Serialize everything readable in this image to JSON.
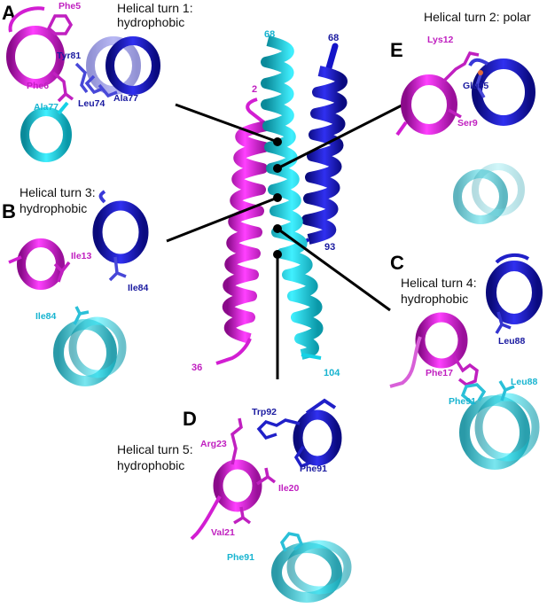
{
  "panels": {
    "A": {
      "letter": "A",
      "turn_line1": "Helical turn 1:",
      "turn_line2": "hydrophobic",
      "residues": [
        "Phe5",
        "Tyr81",
        "Phe6",
        "Leu74",
        "Ala77",
        "Ala77"
      ]
    },
    "B": {
      "letter": "B",
      "turn_line1": "Helical turn 3:",
      "turn_line2": "hydrophobic",
      "residues": [
        "Ile13",
        "Ile84",
        "Ile84"
      ]
    },
    "C": {
      "letter": "C",
      "turn_line1": "Helical turn 4:",
      "turn_line2": "hydrophobic",
      "residues": [
        "Leu88",
        "Phe17",
        "Leu88",
        "Phe91"
      ]
    },
    "D": {
      "letter": "D",
      "turn_line1": "Helical turn 5:",
      "turn_line2": "hydrophobic",
      "residues": [
        "Trp92",
        "Arg23",
        "Phe91",
        "Ile20",
        "Val21",
        "Phe91"
      ]
    },
    "E": {
      "letter": "E",
      "turn_line1": "Helical turn 2: polar",
      "residues": [
        "Lys12",
        "Glu85",
        "Ser9"
      ]
    }
  },
  "center": {
    "residue_numbers": [
      "68",
      "68",
      "2",
      "93",
      "36",
      "104"
    ]
  },
  "colors": {
    "magenta": "#d21ed2",
    "blue": "#1414c8",
    "cyan": "#14d2e6"
  }
}
